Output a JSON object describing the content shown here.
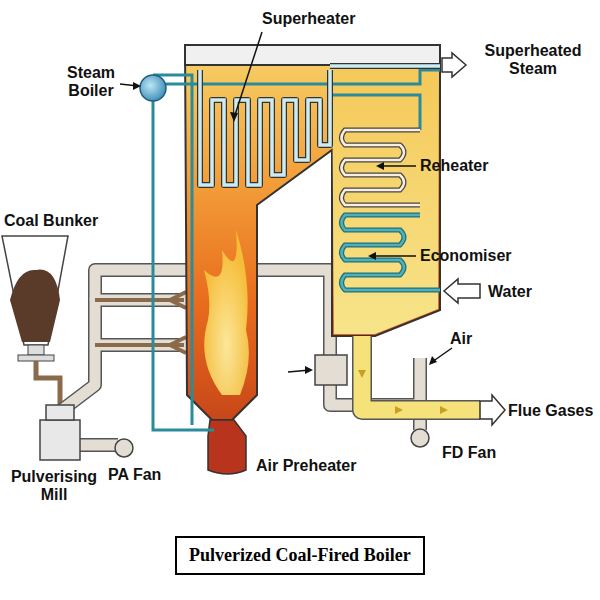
{
  "diagram": {
    "caption": "Pulverized Coal-Fired Boiler",
    "labels": [
      "Superheater",
      "Steam Boiler",
      "Superheated Steam",
      "Coal Bunker",
      "Reheater",
      "Economiser",
      "Water",
      "Air",
      "PA Fan",
      "Air Preheater",
      "FD Fan",
      "Flue Gases",
      "Pulverising Mill"
    ]
  }
}
